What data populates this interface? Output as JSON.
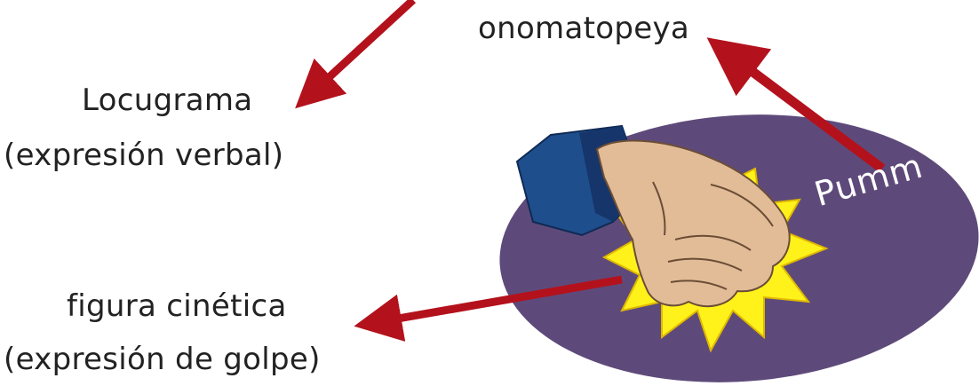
{
  "labels": {
    "onomatopeya": "onomatopeya",
    "locugrama_line1": "Locugrama",
    "locugrama_line2": "(expresión verbal)",
    "figura_line1": "figura cinética",
    "figura_line2": "(expresión de golpe)"
  },
  "sound_word": "Pumm",
  "colors": {
    "arrow": "#b3121d",
    "ellipse": "#5e4a7a",
    "burst": "#fff21a",
    "burst_outline": "#e0b800",
    "skin": "#e2bc97",
    "skin_outline": "#6b4d36",
    "sleeve": "#1f4e8c",
    "sleeve_dark": "#16356a",
    "text": "#222222",
    "sound_word": "#ffffff"
  }
}
